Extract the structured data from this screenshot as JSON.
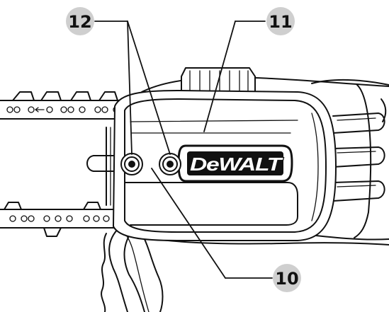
{
  "brand": {
    "logo_text": "DeWALT"
  },
  "callouts": [
    {
      "id": "12",
      "label": "12"
    },
    {
      "id": "11",
      "label": "11"
    },
    {
      "id": "10",
      "label": "10"
    }
  ],
  "colors": {
    "line": "#111111",
    "callout_fill": "#cfcfcf",
    "background": "#ffffff"
  }
}
